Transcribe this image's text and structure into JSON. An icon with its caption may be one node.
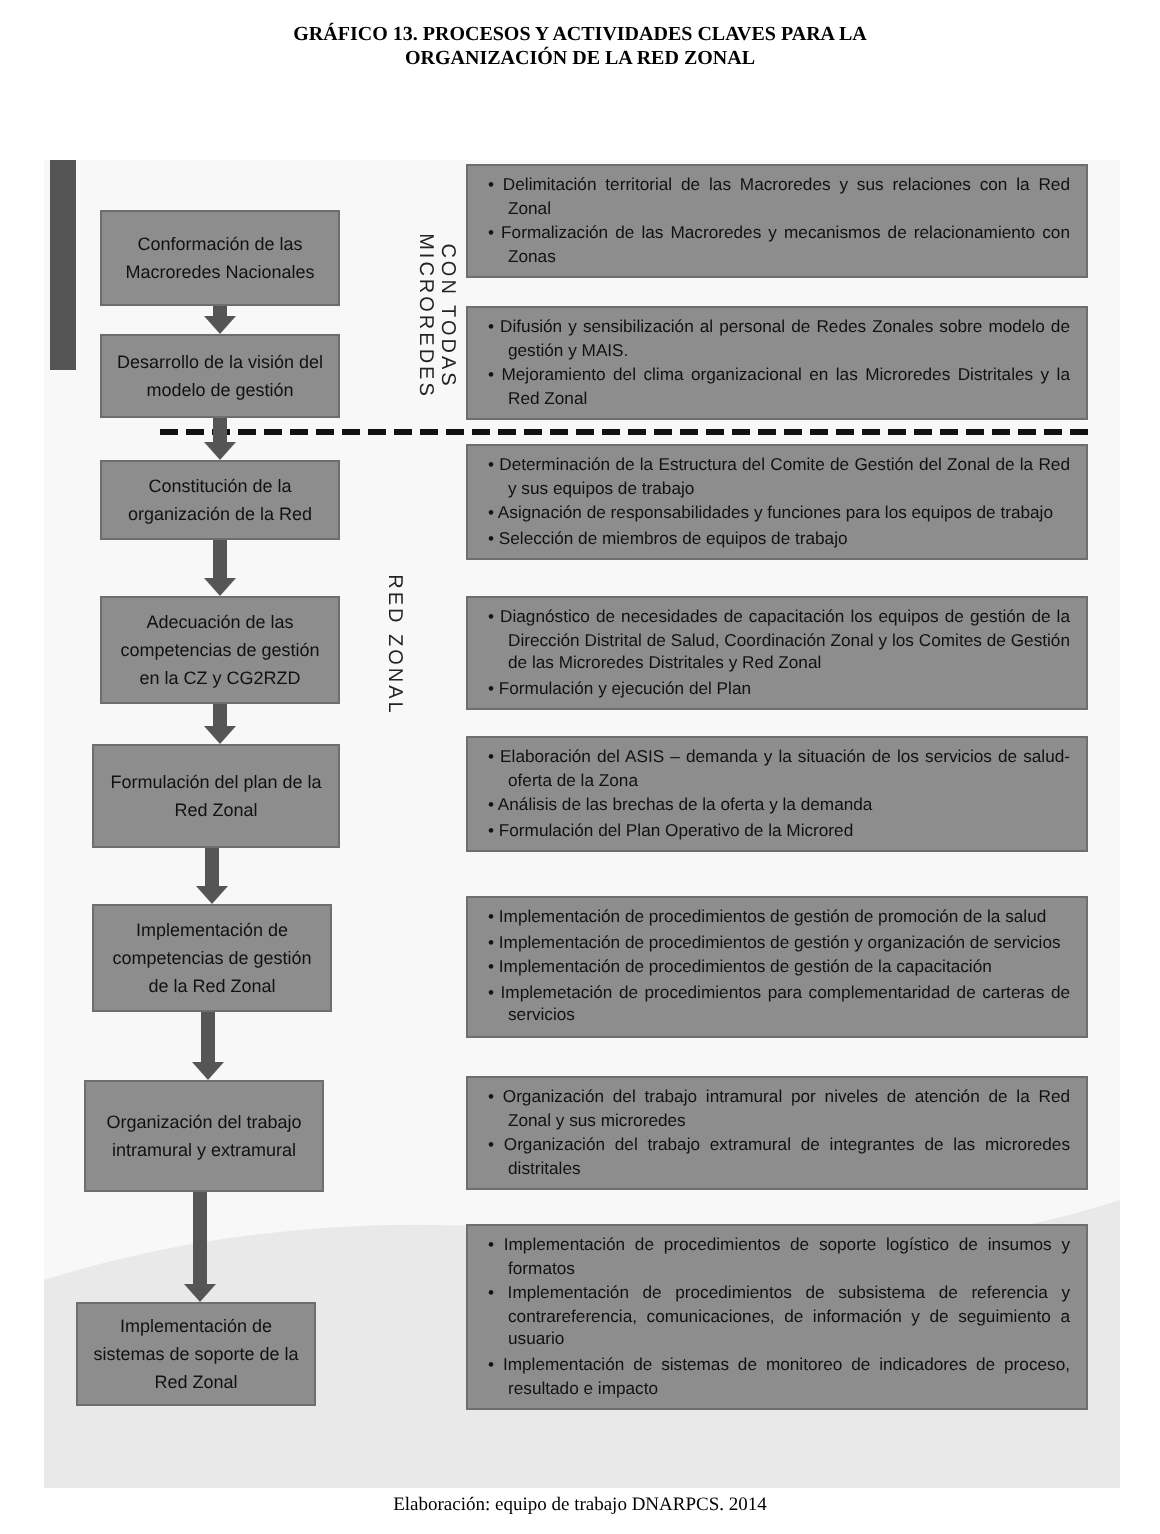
{
  "diagram": {
    "title": "GRÁFICO 13. PROCESOS Y ACTIVIDADES CLAVES PARA LA ORGANIZACIÓN DE LA RED ZONAL",
    "caption": "Elaboración: equipo de trabajo DNARPCS. 2014",
    "nodes": [
      {
        "text": [
          "Conformación de las Macroredes Nacionales"
        ]
      },
      {
        "text": [
          "Desarrollo de la visión del modelo de gestión"
        ]
      },
      {
        "text": [
          "Constitución de la organización de la Red"
        ]
      },
      {
        "text": [
          "Adecuación de las competencias de gestión en la CZ y CG2RZD"
        ]
      },
      {
        "text": [
          "Formulación del plan de la Red Zonal"
        ]
      },
      {
        "text": [
          "Implementación de competencias de gestión de la Red Zonal"
        ]
      },
      {
        "text": [
          "Organización del trabajo intramural y extramural"
        ]
      },
      {
        "text": [
          "Implementación de sistemas de soporte de la Red Zonal"
        ]
      },
      {
        "text": [
          "• Delimitación territorial de las Macroredes y sus relaciones con la Red Zonal",
          "• Formalización de las Macroredes y mecanismos de relacionamiento con Zonas"
        ]
      },
      {
        "text": [
          "• Difusión y sensibilización al personal de Redes Zonales sobre modelo de gestión y MAIS.",
          "• Mejoramiento del clima organizacional en las Microredes Distritales y la Red Zonal"
        ]
      },
      {
        "text": [
          "• Determinación de la Estructura del Comite de Gestión del Zonal de la Red y sus equipos de trabajo",
          "• Asignación de responsabilidades y funciones para los equipos de trabajo",
          "• Selección de miembros de equipos de trabajo"
        ]
      },
      {
        "text": [
          "• Diagnóstico de necesidades de capacitación los equipos de gestión de la Dirección Distrital de Salud, Coordinación Zonal y los Comites de Gestión de las Microredes Distritales y Red Zonal",
          "• Formulación y ejecución del Plan"
        ]
      },
      {
        "text": [
          "• Elaboración del ASIS – demanda y la situación de los servicios de salud- oferta de la Zona",
          "• Análisis de las brechas de la oferta y la demanda",
          "• Formulación del Plan Operativo de la Microred"
        ]
      },
      {
        "text": [
          "• Implementación de procedimientos de gestión de promoción de la salud",
          "• Implementación de procedimientos de gestión y organización de servicios",
          "• Implementación de procedimientos de gestión de la capacitación",
          "• Implemetación de procedimientos para complementaridad de carteras de servicios"
        ]
      },
      {
        "text": [
          "• Organización del trabajo intramural por niveles de atención de la Red Zonal y sus microredes",
          "• Organización del trabajo extramural de integrantes de las microredes distritales"
        ]
      },
      {
        "text": [
          "• Implementación de procedimientos de soporte logístico de insumos y formatos",
          "• Implementación de procedimientos de subsistema de referencia y contrareferencia, comunicaciones, de información y de seguimiento a usuario",
          "• Implementación de sistemas de monitoreo de indicadores de proceso, resultado e impacto"
        ]
      }
    ],
    "edges": [
      {
        "from": 0,
        "to": 1,
        "arrow": "to"
      },
      {
        "from": 1,
        "to": 2,
        "arrow": "to"
      },
      {
        "from": 2,
        "to": 3,
        "arrow": "to"
      },
      {
        "from": 3,
        "to": 4,
        "arrow": "to"
      },
      {
        "from": 4,
        "to": 5,
        "arrow": "to"
      },
      {
        "from": 5,
        "to": 6,
        "arrow": "to"
      },
      {
        "from": 6,
        "to": 7,
        "arrow": "to"
      }
    ],
    "labels": [
      "CON TODAS MICROREDES",
      "RED ZONAL"
    ]
  }
}
